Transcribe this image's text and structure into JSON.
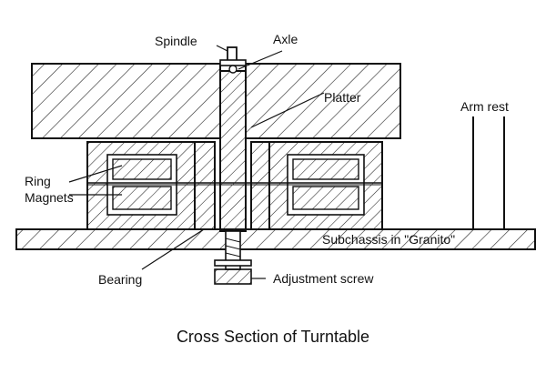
{
  "labels": {
    "spindle": "Spindle",
    "axle": "Axle",
    "platter": "Platter",
    "arm_rest": "Arm rest",
    "ring": "Ring",
    "magnets": "Magnets",
    "subchassis": "Subchassis in \"Granito\"",
    "bearing": "Bearing",
    "adjustment_screw": "Adjustment screw"
  },
  "caption": "Cross Section of Turntable"
}
